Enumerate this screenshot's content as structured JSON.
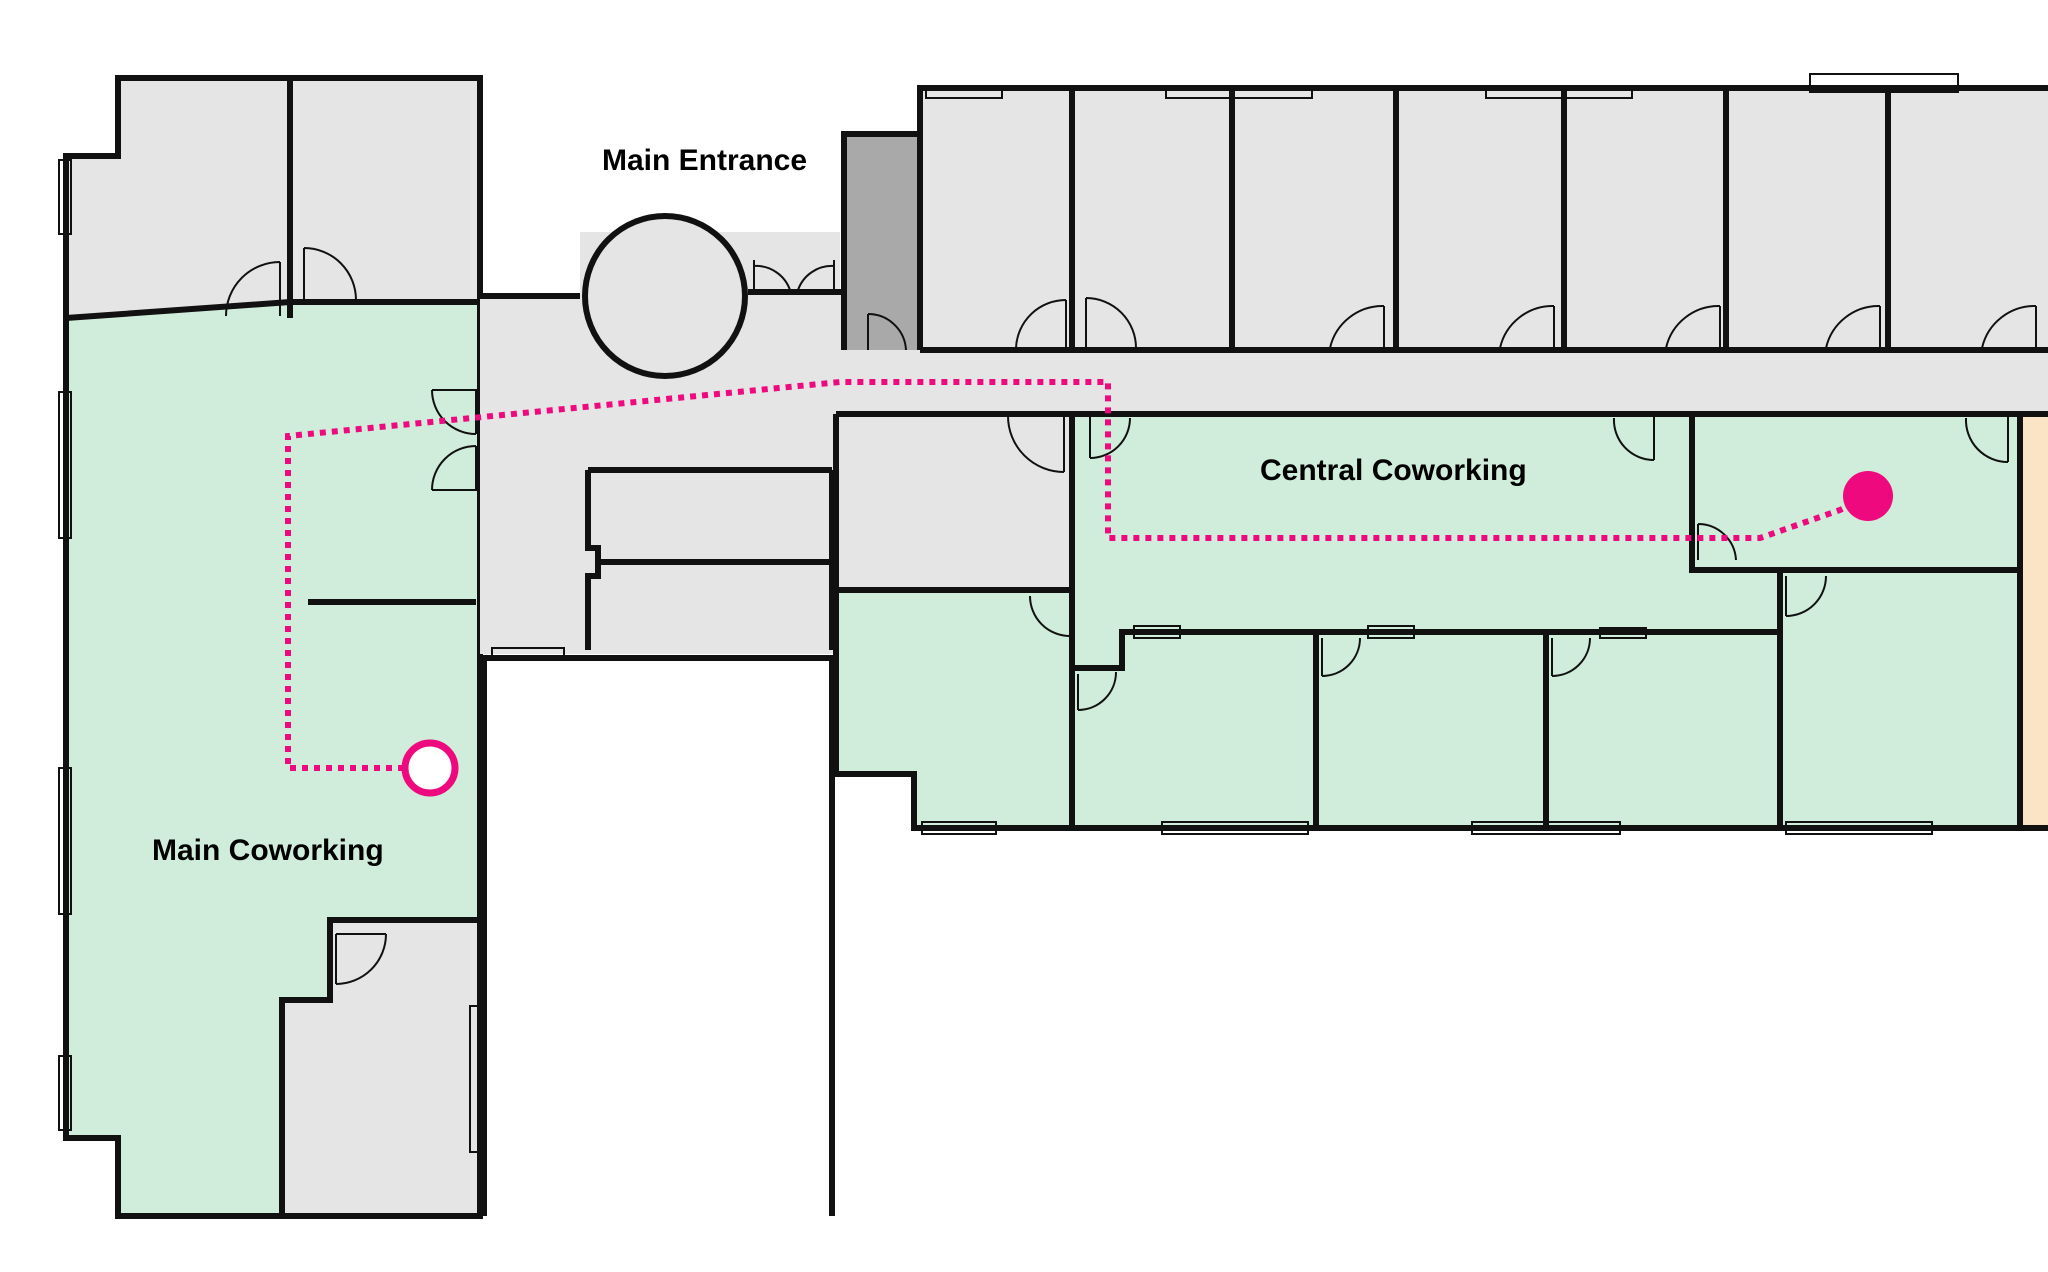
{
  "labels": {
    "main_entrance": "Main Entrance",
    "central_coworking": "Central Coworking",
    "main_coworking": "Main Coworking"
  },
  "route": {
    "color": "#ee0a7e",
    "start_marker": "hollow-circle",
    "end_marker": "filled-circle"
  },
  "colors": {
    "coworking_fill": "#d0ecdb",
    "room_fill": "#e5e5e5",
    "stair_fill": "#a9a9a9",
    "adjacent_fill": "#fbe4c6",
    "wall": "#111111"
  }
}
